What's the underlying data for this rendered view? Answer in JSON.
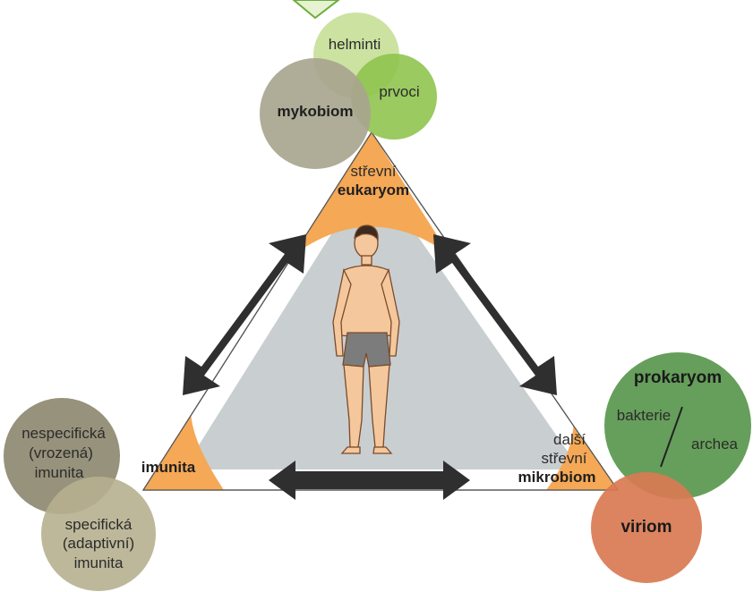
{
  "colors": {
    "triangle_fill": "#c9ced1",
    "corner_orange": "#f5a855",
    "arrow": "#2f2f2f",
    "helminti": "#c8e09a",
    "prvoci": "#8cc34a",
    "mykobiom": "#a8a58f",
    "prokaryom": "#5e9a52",
    "viriom": "#d97a52",
    "nespecificka": "#8f8a72",
    "specificka": "#b6b08f"
  },
  "top": {
    "corner_line1": "střevní",
    "corner_line2": "eukaryom",
    "circles": {
      "helminti": "helminti",
      "prvoci": "prvoci",
      "mykobiom": "mykobiom"
    }
  },
  "right": {
    "corner_line1": "další",
    "corner_line2": "střevní",
    "corner_line3": "mikrobiom",
    "circles": {
      "prokaryom": "prokaryom",
      "bakterie": "bakterie",
      "archea": "archea",
      "viriom": "viriom"
    }
  },
  "left": {
    "corner_label": "imunita",
    "circles": {
      "nespecificka_line1": "nespecifická",
      "nespecificka_line2": "(vrozená)",
      "nespecificka_line3": "imunita",
      "specificka_line1": "specifická",
      "specificka_line2": "(adaptivní)",
      "specificka_line3": "imunita"
    }
  }
}
